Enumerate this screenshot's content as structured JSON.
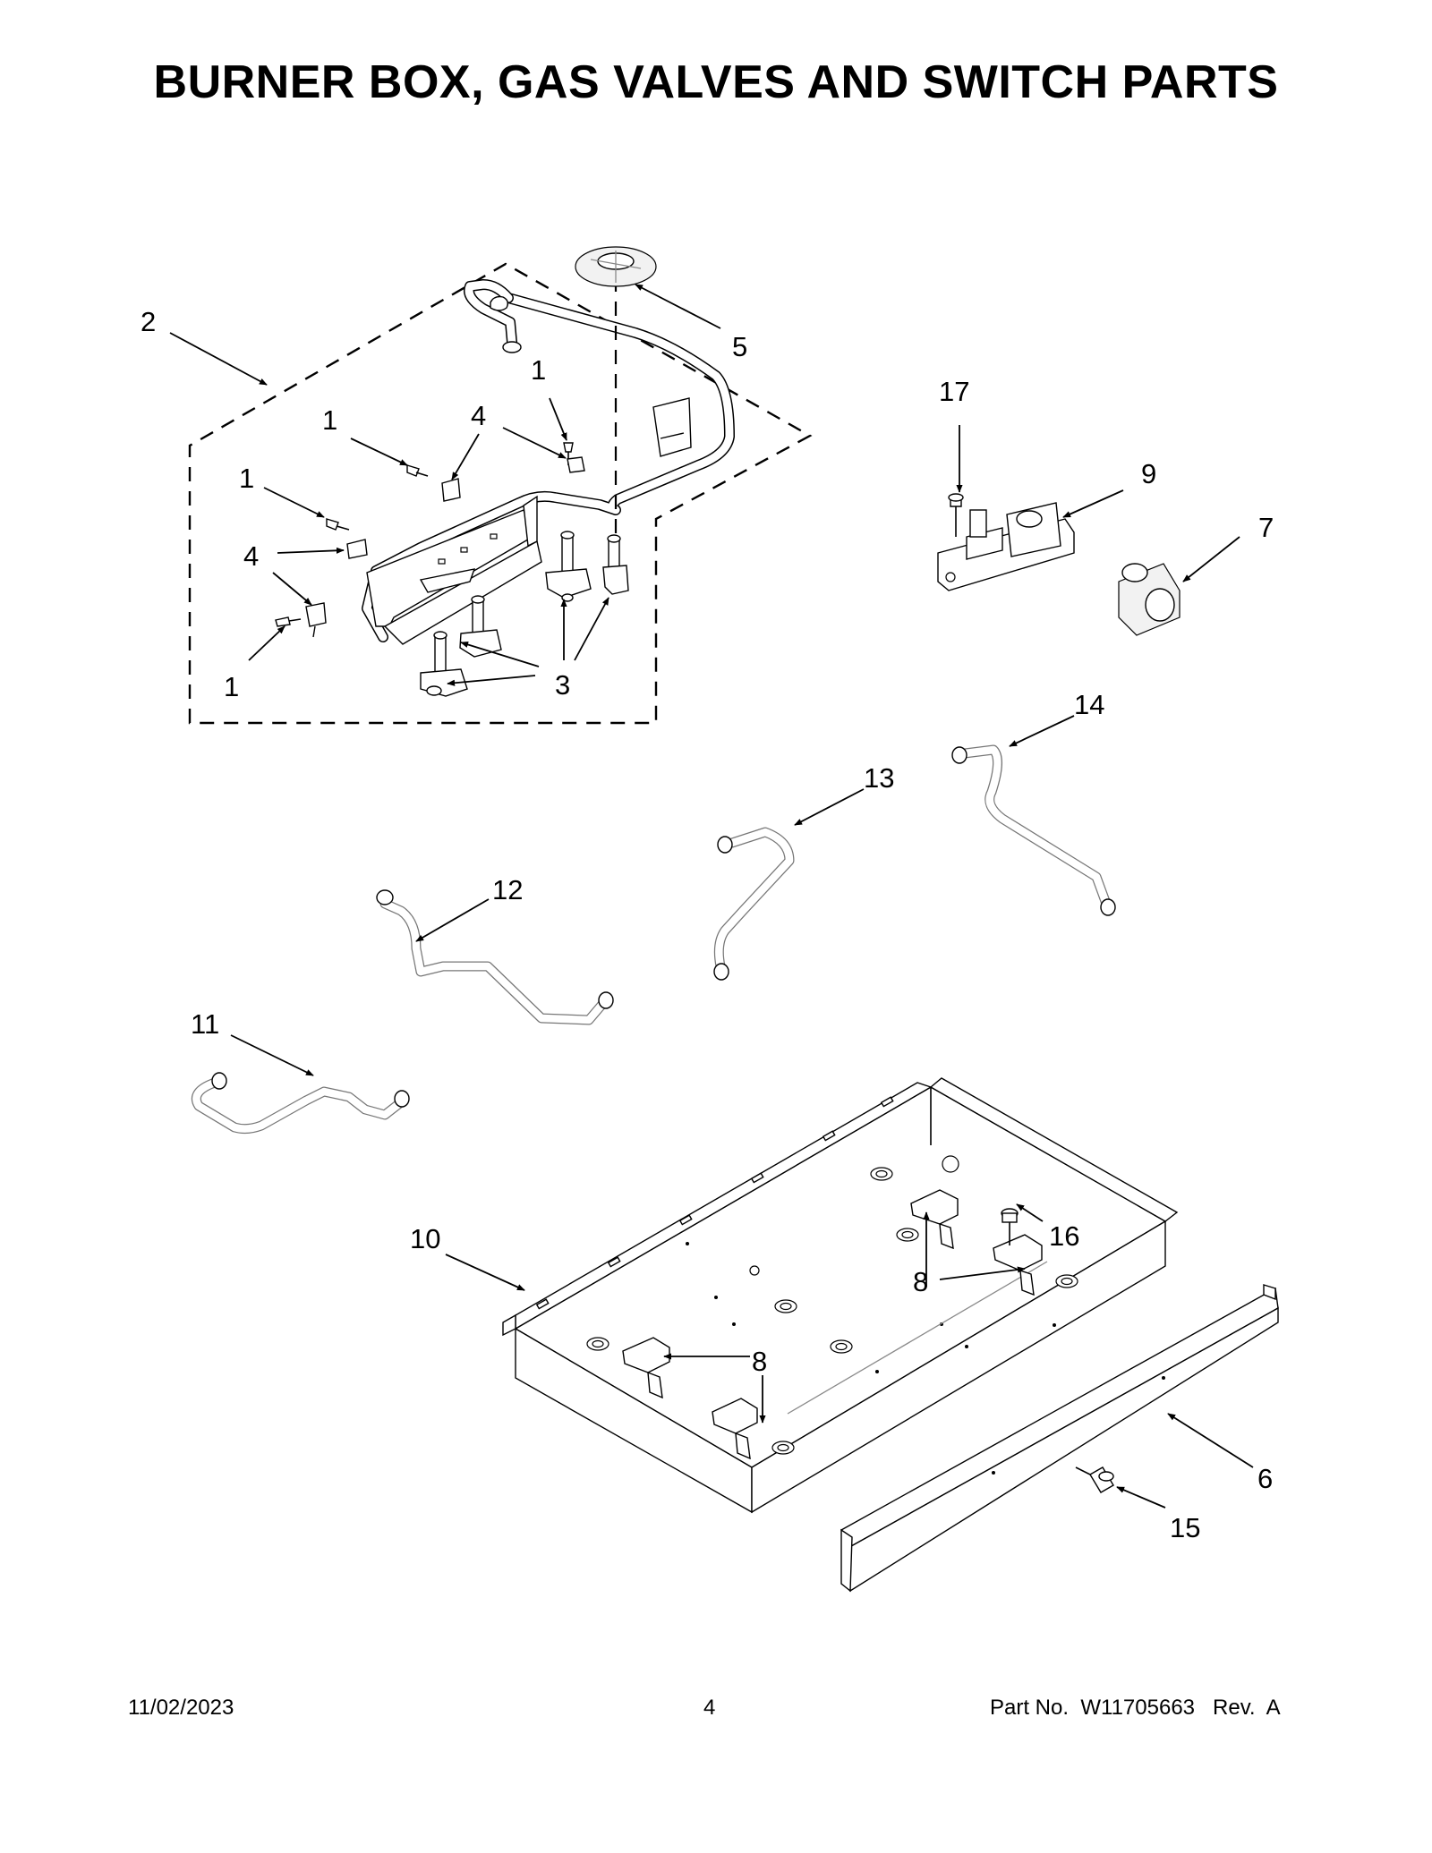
{
  "header": {
    "title": "BURNER BOX, GAS VALVES AND SWITCH PARTS"
  },
  "footer": {
    "date": "11/02/2023",
    "page": "4",
    "part_no": "Part No.  W11705663   Rev.  A"
  },
  "callouts": {
    "c1a": "1",
    "c1b": "1",
    "c1c": "1",
    "c1d": "1",
    "c2": "2",
    "c3": "3",
    "c4a": "4",
    "c4b": "4",
    "c5": "5",
    "c6": "6",
    "c7": "7",
    "c8a": "8",
    "c8b": "8",
    "c9": "9",
    "c10": "10",
    "c11": "11",
    "c12": "12",
    "c13": "13",
    "c14": "14",
    "c15": "15",
    "c16": "16",
    "c17": "17"
  }
}
